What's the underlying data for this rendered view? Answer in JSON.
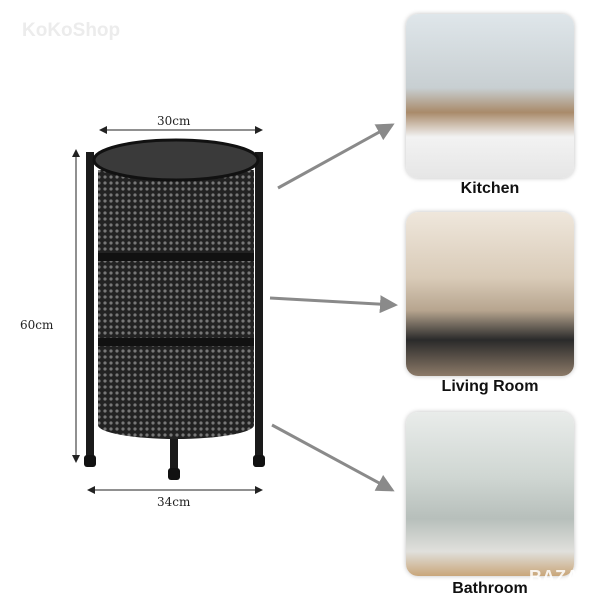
{
  "watermark": "KoKoShop",
  "dimensions": {
    "top_width": "30cm",
    "height": "60cm",
    "bottom_width": "34cm"
  },
  "rooms": [
    {
      "label": "Kitchen"
    },
    {
      "label": "Living Room"
    },
    {
      "label": "Bathroom"
    }
  ],
  "corner_watermark": "BAZAR",
  "colors": {
    "shelf": "#1e1e1e",
    "arrow": "#8a8a8a"
  }
}
